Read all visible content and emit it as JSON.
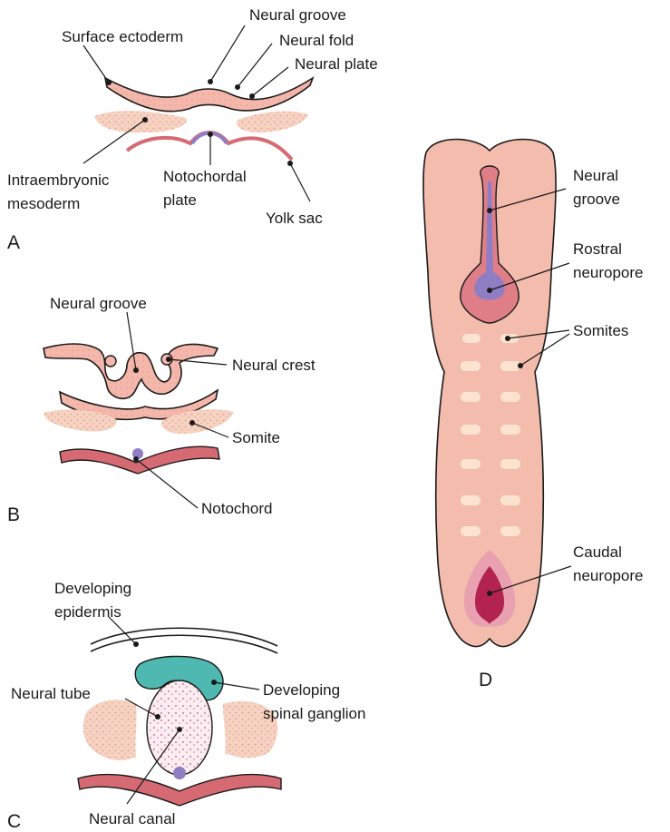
{
  "panels": {
    "a": "A",
    "b": "B",
    "c": "C",
    "d": "D"
  },
  "labels": {
    "a_neural_groove": "Neural groove",
    "a_surface_ectoderm": "Surface ectoderm",
    "a_neural_fold": "Neural fold",
    "a_neural_plate": "Neural plate",
    "a_intraembryonic_1": "Intraembryonic",
    "a_intraembryonic_2": "mesoderm",
    "a_notochordal_1": "Notochordal",
    "a_notochordal_2": "plate",
    "a_yolk_sac": "Yolk sac",
    "b_neural_groove": "Neural groove",
    "b_neural_crest": "Neural crest",
    "b_somite": "Somite",
    "b_notochord": "Notochord",
    "c_epidermis_1": "Developing",
    "c_epidermis_2": "epidermis",
    "c_neural_tube": "Neural tube",
    "c_ganglion_1": "Developing",
    "c_ganglion_2": "spinal ganglion",
    "c_neural_canal": "Neural canal",
    "d_neural_groove_1": "Neural",
    "d_neural_groove_2": "groove",
    "d_rostral_1": "Rostral",
    "d_rostral_2": "neuropore",
    "d_somites": "Somites",
    "d_caudal_1": "Caudal",
    "d_caudal_2": "neuropore"
  },
  "colors": {
    "ectoderm": "#f4b7ab",
    "mesoderm_speckle": "#f3c4b2",
    "yolk": "#d66a73",
    "notochord": "#8f7ec4",
    "embryo": "#f3bcad",
    "somite": "#fbe3cf",
    "caudal": "#b3234f",
    "ganglion": "#4fb8b0",
    "outline": "#1a1a1a"
  }
}
